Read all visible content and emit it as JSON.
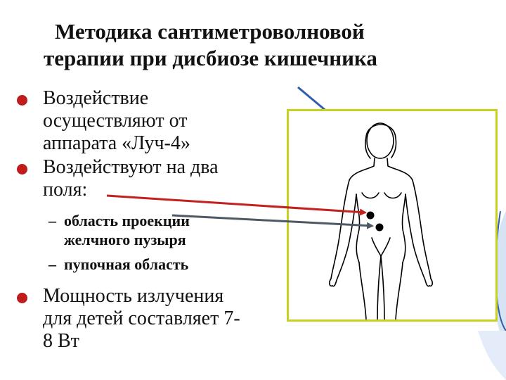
{
  "title": {
    "line1": "Методика сантиметроволновой",
    "line2": "терапии при дисбиозе кишечника"
  },
  "bullets": [
    {
      "lines": [
        "Воздействие",
        "осуществляют от",
        "аппарата «Луч-4»"
      ]
    },
    {
      "lines": [
        "Воздействуют на два",
        "поля:"
      ]
    }
  ],
  "subitems": [
    {
      "lines": [
        "область проекции",
        "желчного пузыря"
      ]
    },
    {
      "lines": [
        "пупочная область"
      ]
    }
  ],
  "bullet3": {
    "lines": [
      "Мощность излучения",
      "для детей составляет 7-",
      "8 Вт"
    ]
  },
  "colors": {
    "bullet": "#c01c1c",
    "arrow_red": "#c42020",
    "arrow_gray": "#4d5a66",
    "frame": "#c8d21e",
    "accent_blue": "#2f5fa8"
  },
  "icons": [
    "bullet-dot",
    "dash",
    "body-outline",
    "point-marker",
    "arrow"
  ]
}
